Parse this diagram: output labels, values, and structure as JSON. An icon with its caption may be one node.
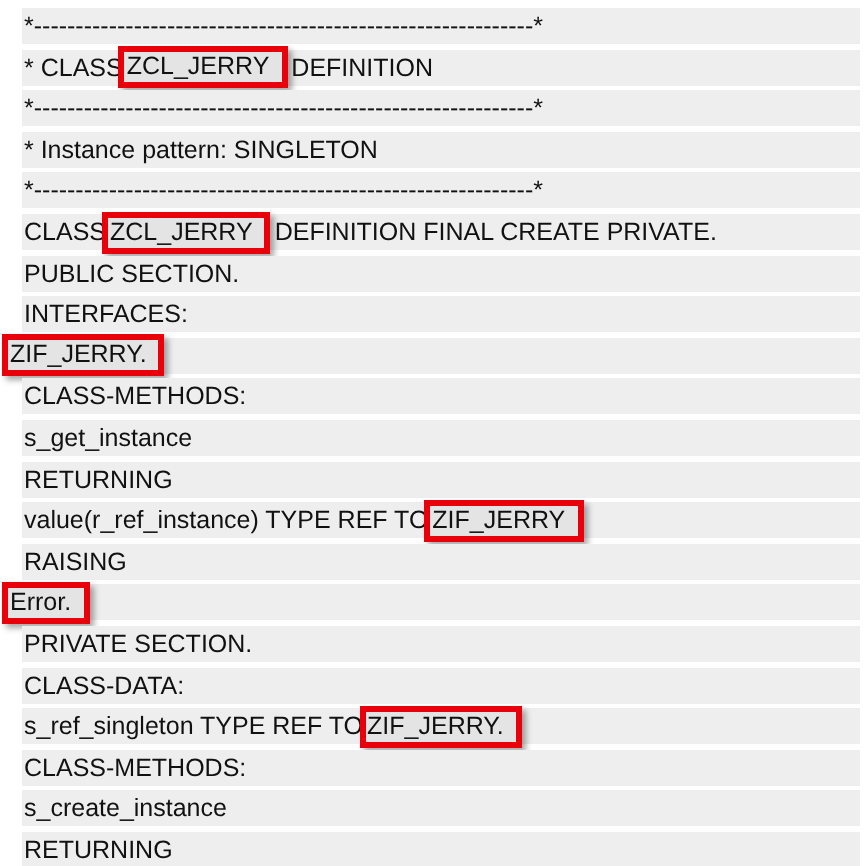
{
  "diagram": {
    "nodes": [
      {
        "text": [
          "ZCL_JERRY"
        ]
      },
      {
        "text": [
          "ZCL_JERRY"
        ]
      },
      {
        "text": [
          "ZIF_JERRY."
        ]
      },
      {
        "text": [
          "ZIF_JERRY"
        ]
      },
      {
        "text": [
          "Error."
        ]
      },
      {
        "text": [
          "ZIF_JERRY."
        ]
      }
    ],
    "labels": [
      "*------------------------------------------------------------*",
      "* CLASS",
      "DEFINITION",
      "*------------------------------------------------------------*",
      "* Instance pattern: SINGLETON",
      "*------------------------------------------------------------*",
      "CLASS",
      "DEFINITION FINAL CREATE PRIVATE.",
      "PUBLIC SECTION.",
      "INTERFACES:",
      "CLASS-METHODS:",
      "s_get_instance",
      "RETURNING",
      "value(r_ref_instance) TYPE REF TO",
      "RAISING",
      "PRIVATE SECTION.",
      "CLASS-DATA:",
      "s_ref_singleton TYPE REF TO",
      "CLASS-METHODS:",
      "s_create_instance",
      "RETURNING"
    ]
  }
}
